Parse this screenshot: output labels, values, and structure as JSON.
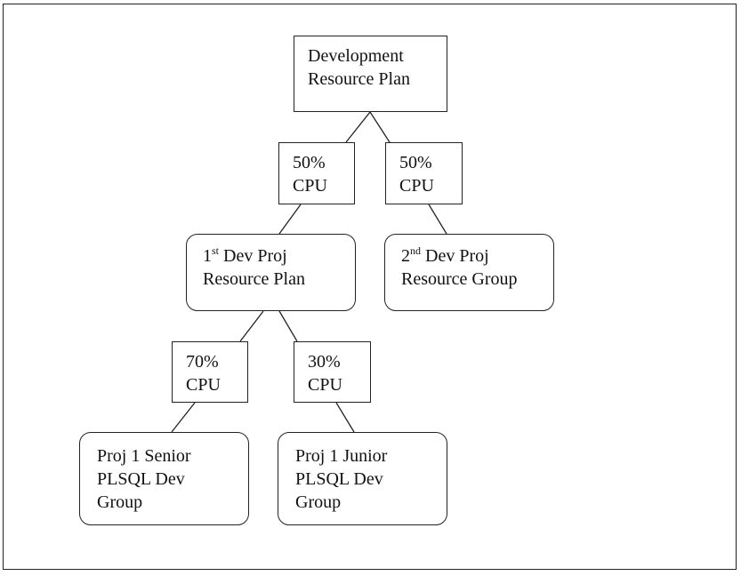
{
  "diagram": {
    "root": {
      "line1": "Development",
      "line2": "Resource Plan"
    },
    "directive_a": {
      "line1": "50%",
      "line2": "CPU"
    },
    "directive_b": {
      "line1": "50%",
      "line2": "CPU"
    },
    "sub_plan_1": {
      "ordinal_num": "1",
      "ordinal_suffix": "st",
      "line1_rest": " Dev Proj",
      "line2": "Resource Plan"
    },
    "group_2": {
      "ordinal_num": "2",
      "ordinal_suffix": "nd",
      "line1_rest": " Dev Proj",
      "line2": "Resource Group"
    },
    "directive_c": {
      "line1": "70%",
      "line2": "CPU"
    },
    "directive_d": {
      "line1": "30%",
      "line2": "CPU"
    },
    "senior_group": {
      "line1": "Proj 1 Senior",
      "line2": "PLSQL Dev",
      "line3": "Group"
    },
    "junior_group": {
      "line1": "Proj 1 Junior",
      "line2": "PLSQL Dev",
      "line3": "Group"
    }
  }
}
